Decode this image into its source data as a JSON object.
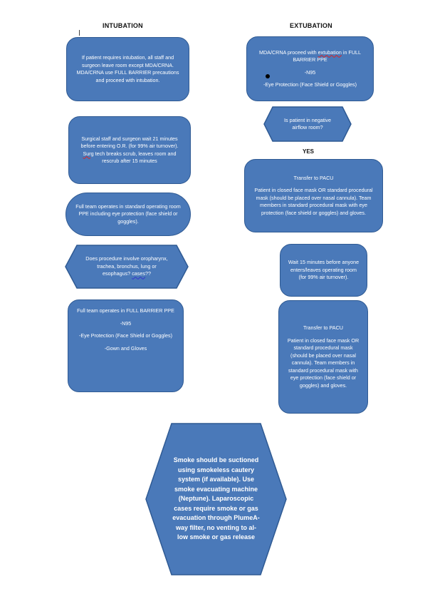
{
  "headings": {
    "intubation": "INTUBATION",
    "extubation": "EXTUBATION"
  },
  "left": {
    "box1": "If patient requires intubation, all staff and surgeon leave room except MDA/CRNA.  MDA/CRNA use FULL BARRIER precautions and proceed with intubation.",
    "box2_a": "Surgical staff and surgeon wait 21 minutes before entering O.R. (for 99% air turnover).  ",
    "box2_surg": "Surg",
    "box2_b": " tech breaks scrub, leaves room and rescrub after 15 minutes",
    "box3": "Full team operates in standard operating room PPE including eye protection (face shield or goggles).",
    "hex1_a": "Does procedure involve oropharynx, trachea, bronchus, lung or esophagus? ",
    "hex1_cases": "cases",
    "hex1_b": "??",
    "box4": {
      "line1": "Full team operates in FULL BARRIER PPE",
      "line2": "-N95",
      "line3": "-Eye Protection (Face Shield or Goggles)",
      "line4": "-Gown and Gloves"
    }
  },
  "right": {
    "box1": {
      "line1_a": "MDA/CRNA proceed with ",
      "line1_ext": "extubation",
      "line1_b": " in FULL BARRIER PPE",
      "line2": "-N95",
      "line3": "-Eye Protection (Face Shield or Goggles)"
    },
    "hex1": "Is patient in negative airflow room?",
    "yes": "YES",
    "box2": {
      "line1": "Transfer to PACU",
      "line2": "Patient in closed face mask OR standard procedural mask (should be placed over nasal cannula).  Team members in standard procedural mask with eye protection (face shield or goggles) and gloves."
    },
    "box3": "Wait 15 minutes before anyone enters/leaves operating room (for 99% air turnover).",
    "box4": {
      "line1": "Transfer to PACU",
      "line2": "Patient in closed face mask OR standard procedural mask (should be placed over nasal cannula).  Team members in standard procedural mask with eye protection (face shield or goggles) and gloves."
    }
  },
  "bottom": {
    "hex": "Smoke should be suctioned using smokeless cautery system (if available).  Use smoke evacuating machine (Neptune).  Laparoscopic cases require smoke or gas evacuation through PlumeA-way filter, no venting to al-low smoke or gas release"
  },
  "colors": {
    "shape_fill": "#4a79b9",
    "shape_border": "#2f5a93",
    "text_on_shape": "#ffffff"
  }
}
